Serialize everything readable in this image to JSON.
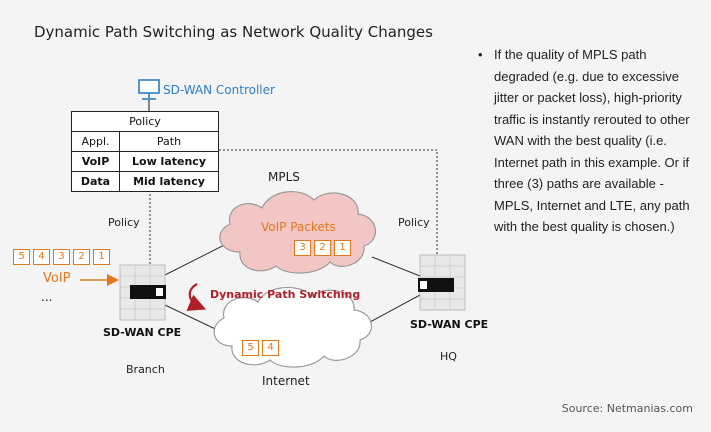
{
  "title": "Dynamic Path Switching as Network Quality Changes",
  "controller": {
    "label": "SD-WAN Controller",
    "icon": "monitor-icon"
  },
  "policy_table": {
    "title": "Policy",
    "headers": [
      "Appl.",
      "Path"
    ],
    "rows": [
      [
        "VoIP",
        "Low latency"
      ],
      [
        "Data",
        "Mid latency"
      ]
    ]
  },
  "clouds": {
    "mpls": {
      "label": "MPLS",
      "inner_label": "VoIP Packets",
      "packets": [
        "3",
        "2",
        "1"
      ]
    },
    "internet": {
      "label": "Internet",
      "packets": [
        "5",
        "4"
      ]
    }
  },
  "branch": {
    "policy_label": "Policy",
    "cpe_label": "SD-WAN CPE",
    "site_label": "Branch",
    "incoming_packets": [
      "5",
      "4",
      "3",
      "2",
      "1"
    ],
    "voip_label": "VoIP",
    "ellipsis": "..."
  },
  "hq": {
    "policy_label": "Policy",
    "cpe_label": "SD-WAN CPE",
    "site_label": "HQ"
  },
  "switch_label": "Dynamic Path Switching",
  "note": "If the quality of MPLS path degraded (e.g. due to excessive jitter or packet loss), high-priority traffic is instantly rerouted to other WAN with the best quality (i.e. Internet path in this example. Or if three (3) paths are available - MPLS, Internet and LTE, any path with the best quality is chosen.)",
  "source": "Source: Netmanias.com",
  "colors": {
    "accent_orange": "#e07820",
    "mpls_cloud_fill": "#f2c6c4",
    "switch_red": "#b02028",
    "controller_blue": "#2c7ec2"
  }
}
